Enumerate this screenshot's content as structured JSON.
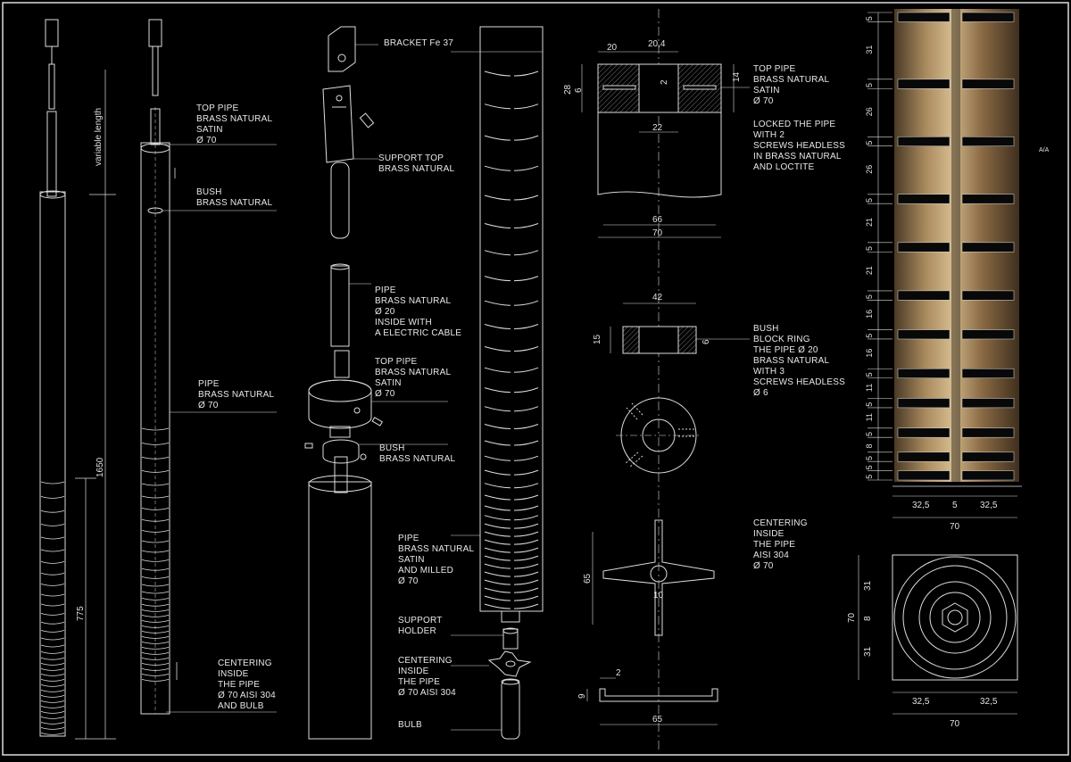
{
  "labels": {
    "variable_length": "variable length",
    "top_pipe_1": [
      "TOP PIPE",
      "BRASS NATURAL",
      "SATIN",
      "Ø 70"
    ],
    "bush_1": [
      "BUSH",
      "BRASS NATURAL"
    ],
    "pipe_1": [
      "PIPE",
      "BRASS NATURAL",
      "Ø 70"
    ],
    "centering_1": [
      "CENTERING",
      "INSIDE",
      "THE PIPE",
      "Ø 70 AISI 304",
      "AND BULB"
    ],
    "bracket": "BRACKET Fe 37",
    "support_top": [
      "SUPPORT TOP",
      "BRASS NATURAL"
    ],
    "pipe_20": [
      "PIPE",
      "BRASS NATURAL",
      "Ø 20",
      "INSIDE WITH",
      "A ELECTRIC CABLE"
    ],
    "top_pipe_2": [
      "TOP PIPE",
      "BRASS NATURAL",
      "SATIN",
      "Ø 70"
    ],
    "bush_2": [
      "BUSH",
      "BRASS NATURAL"
    ],
    "pipe_milled": [
      "PIPE",
      "BRASS NATURAL",
      "SATIN",
      "AND MILLED",
      "Ø 70"
    ],
    "support_holder": [
      "SUPPORT",
      "HOLDER"
    ],
    "centering_2": [
      "CENTERING",
      "INSIDE",
      "THE PIPE",
      "Ø 70 AISI 304"
    ],
    "bulb": "BULB",
    "top_pipe_3": [
      "TOP PIPE",
      "BRASS NATURAL",
      "SATIN",
      "Ø 70"
    ],
    "locked": [
      "LOCKED THE PIPE",
      "WITH 2",
      "SCREWS HEADLESS",
      "IN BRASS NATURAL",
      "AND LOCTITE"
    ],
    "bush_block": [
      "BUSH",
      "BLOCK RING",
      "THE PIPE Ø 20",
      "BRASS NATURAL",
      "WITH 3",
      "SCREWS HEADLESS",
      "Ø 6"
    ],
    "centering_3": [
      "CENTERING",
      "INSIDE",
      "THE PIPE",
      "AISI 304",
      "Ø 70"
    ],
    "section_mark": "A/A"
  },
  "dimensions": {
    "left_1650": "1650",
    "left_775": "775",
    "top_20": "20",
    "top_20_4": "20,4",
    "top_28": "28",
    "top_6": "6",
    "top_2": "2",
    "top_14": "14",
    "top_22": "22",
    "top_66": "66",
    "top_70": "70",
    "bush_42": "42",
    "bush_15": "15",
    "bush_6": "6",
    "centering_65": "65",
    "centering_10": "10",
    "foot_2": "2",
    "foot_9": "9",
    "foot_65": "65",
    "right_stack": [
      "5",
      "31",
      "5",
      "26",
      "5",
      "26",
      "5",
      "21",
      "5",
      "21",
      "5",
      "16",
      "5",
      "16",
      "5",
      "11",
      "5",
      "11",
      "5",
      "8",
      "5",
      "5",
      "5"
    ],
    "right_bottom": [
      "32,5",
      "5",
      "32,5"
    ],
    "right_total": "70",
    "plan_70": "70",
    "plan_31a": "31",
    "plan_8": "8",
    "plan_31b": "31",
    "plan_bottom": [
      "32,5",
      "32,5"
    ],
    "plan_total": "70"
  }
}
